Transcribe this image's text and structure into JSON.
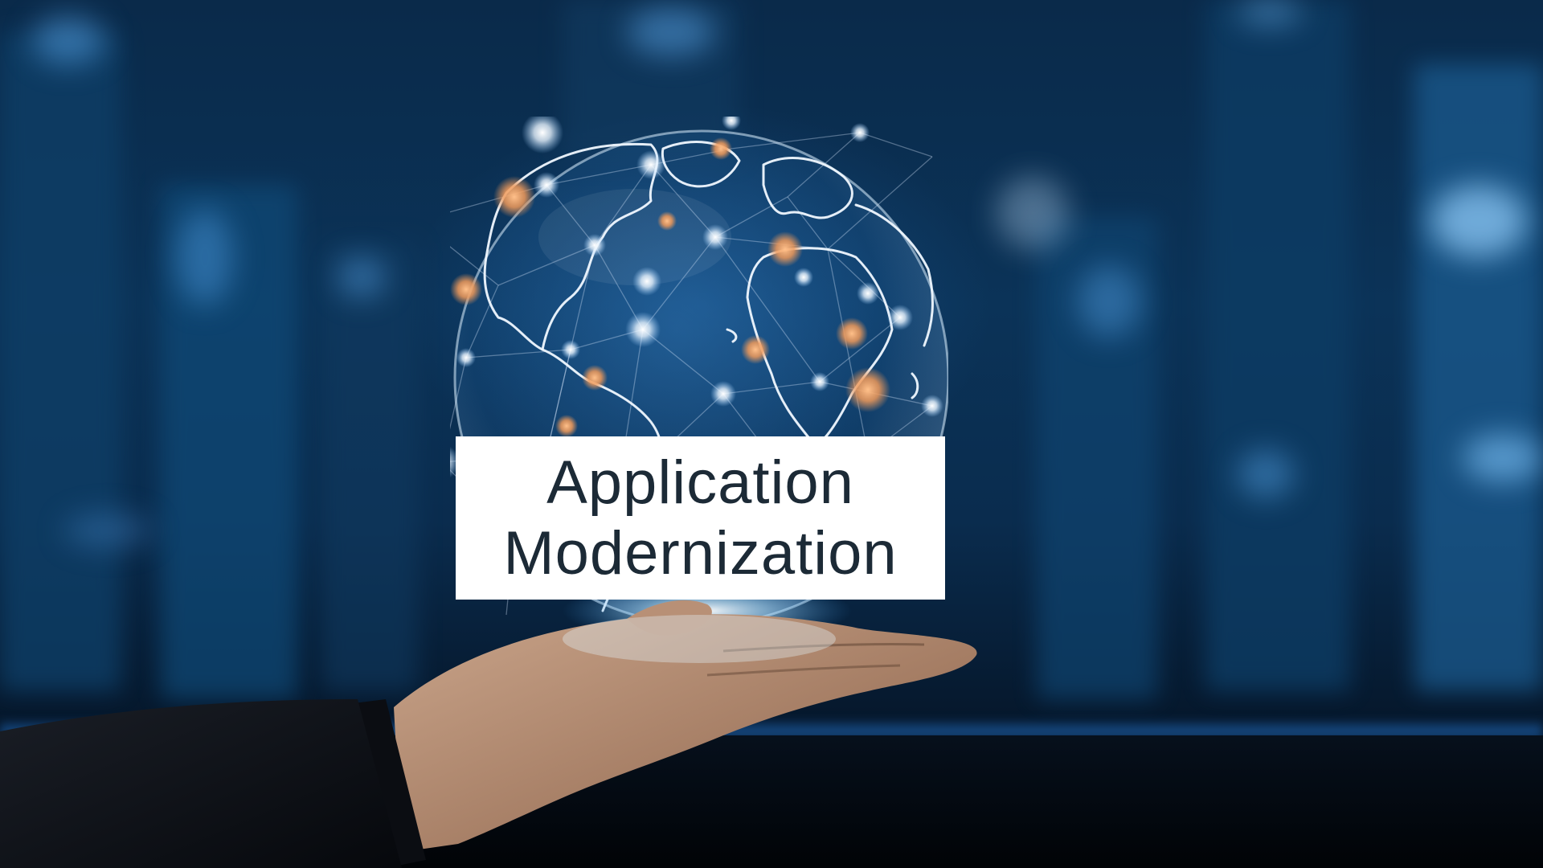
{
  "title_card": {
    "line1": "Application",
    "line2": "Modernization"
  },
  "colors": {
    "background_blue": "#0b3358",
    "node_orange": "#f09a5a",
    "node_white": "#ffffff",
    "text": "#1c2a36"
  },
  "icons": [
    "globe-network-graphic",
    "open-hand",
    "city-skyline-bokeh"
  ]
}
